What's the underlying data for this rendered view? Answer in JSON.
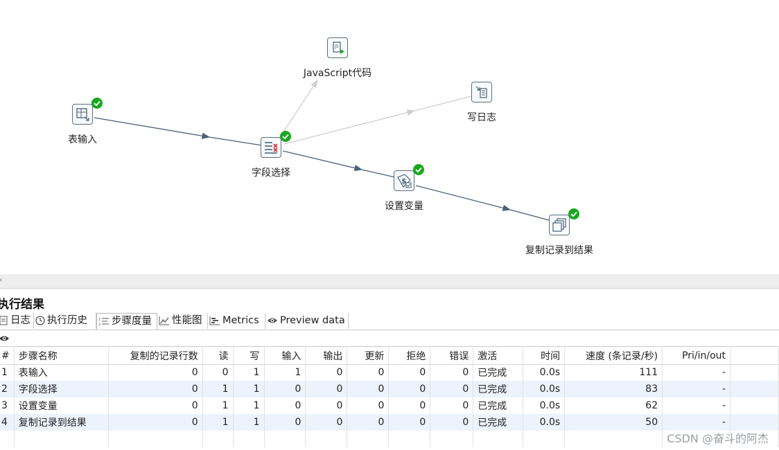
{
  "canvas": {
    "steps": [
      {
        "id": "table-input",
        "label": "表输入",
        "icon": "table-input-icon",
        "ok": true
      },
      {
        "id": "javascript",
        "label": "JavaScript代码",
        "icon": "javascript-icon",
        "ok": false
      },
      {
        "id": "write-log",
        "label": "写日志",
        "icon": "write-log-icon",
        "ok": false
      },
      {
        "id": "select-values",
        "label": "字段选择",
        "icon": "select-values-icon",
        "ok": true
      },
      {
        "id": "set-variable",
        "label": "设置变量",
        "icon": "set-variable-icon",
        "ok": true
      },
      {
        "id": "copy-rows",
        "label": "复制记录到结果",
        "icon": "copy-rows-icon",
        "ok": true
      }
    ]
  },
  "panel": {
    "title": "执行结果",
    "tabs": [
      {
        "label": "日志",
        "icon": "log-icon"
      },
      {
        "label": "执行历史",
        "icon": "history-icon"
      },
      {
        "label": "步骤度量",
        "icon": "step-metrics-icon",
        "active": true
      },
      {
        "label": "性能图",
        "icon": "performance-chart-icon"
      },
      {
        "label": "Metrics",
        "icon": "metrics-icon"
      },
      {
        "label": "Preview data",
        "icon": "preview-eye-icon"
      }
    ]
  },
  "table": {
    "headers": [
      "#",
      "步骤名称",
      "复制的记录行数",
      "读",
      "写",
      "输入",
      "输出",
      "更新",
      "拒绝",
      "错误",
      "激活",
      "时间",
      "速度 (条记录/秒)",
      "Pri/in/out"
    ],
    "rows": [
      [
        "1",
        "表输入",
        "0",
        "0",
        "1",
        "1",
        "0",
        "0",
        "0",
        "0",
        "已完成",
        "0.0s",
        "111",
        "-"
      ],
      [
        "2",
        "字段选择",
        "0",
        "1",
        "1",
        "0",
        "0",
        "0",
        "0",
        "0",
        "已完成",
        "0.0s",
        "83",
        "-"
      ],
      [
        "3",
        "设置变量",
        "0",
        "1",
        "1",
        "0",
        "0",
        "0",
        "0",
        "0",
        "已完成",
        "0.0s",
        "62",
        "-"
      ],
      [
        "4",
        "复制记录到结果",
        "0",
        "1",
        "1",
        "0",
        "0",
        "0",
        "0",
        "0",
        "已完成",
        "0.0s",
        "50",
        "-"
      ]
    ]
  },
  "watermark": "CSDN @奋斗的阿杰",
  "colors": {
    "hop": "#4a6178",
    "hop_disabled": "#cfcfcf",
    "ok": "#18a81e",
    "alt_row": "#ecf3fc"
  }
}
